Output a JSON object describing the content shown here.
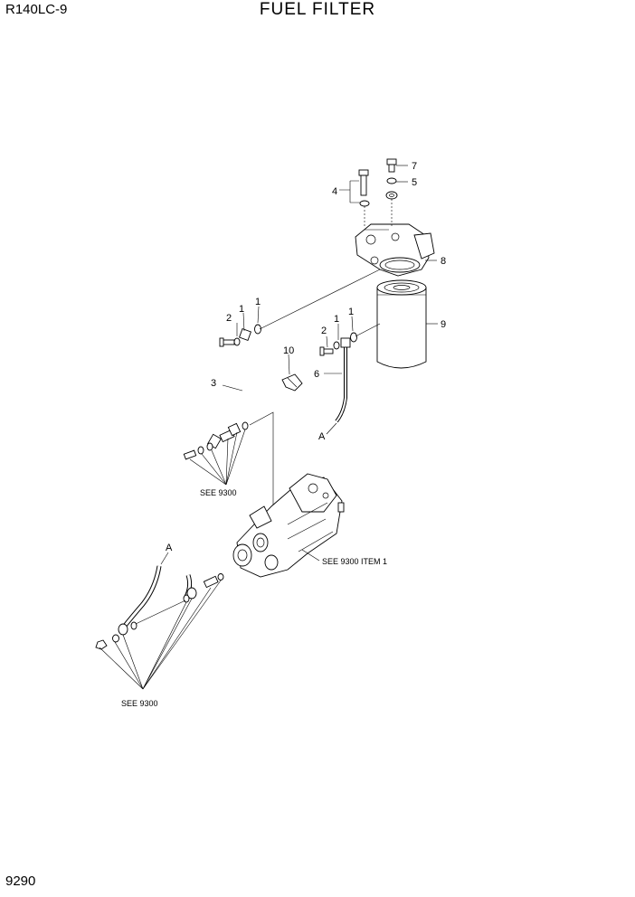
{
  "header": {
    "model": "R140LC-9",
    "title": "FUEL FILTER"
  },
  "footer": {
    "page_number": "9290"
  },
  "callouts": {
    "c1a": "1",
    "c1b": "1",
    "c2a": "2",
    "c3": "3",
    "c4": "4",
    "c5": "5",
    "c7": "7",
    "c8": "8",
    "c9": "9",
    "c10": "10",
    "c1c": "1",
    "c1d": "1",
    "c2b": "2",
    "c6": "6",
    "cA1": "A",
    "cA2": "A"
  },
  "references": {
    "see_a": "SEE 9300",
    "see_b": "SEE 9300 ITEM 1",
    "see_c": "SEE 9300"
  }
}
